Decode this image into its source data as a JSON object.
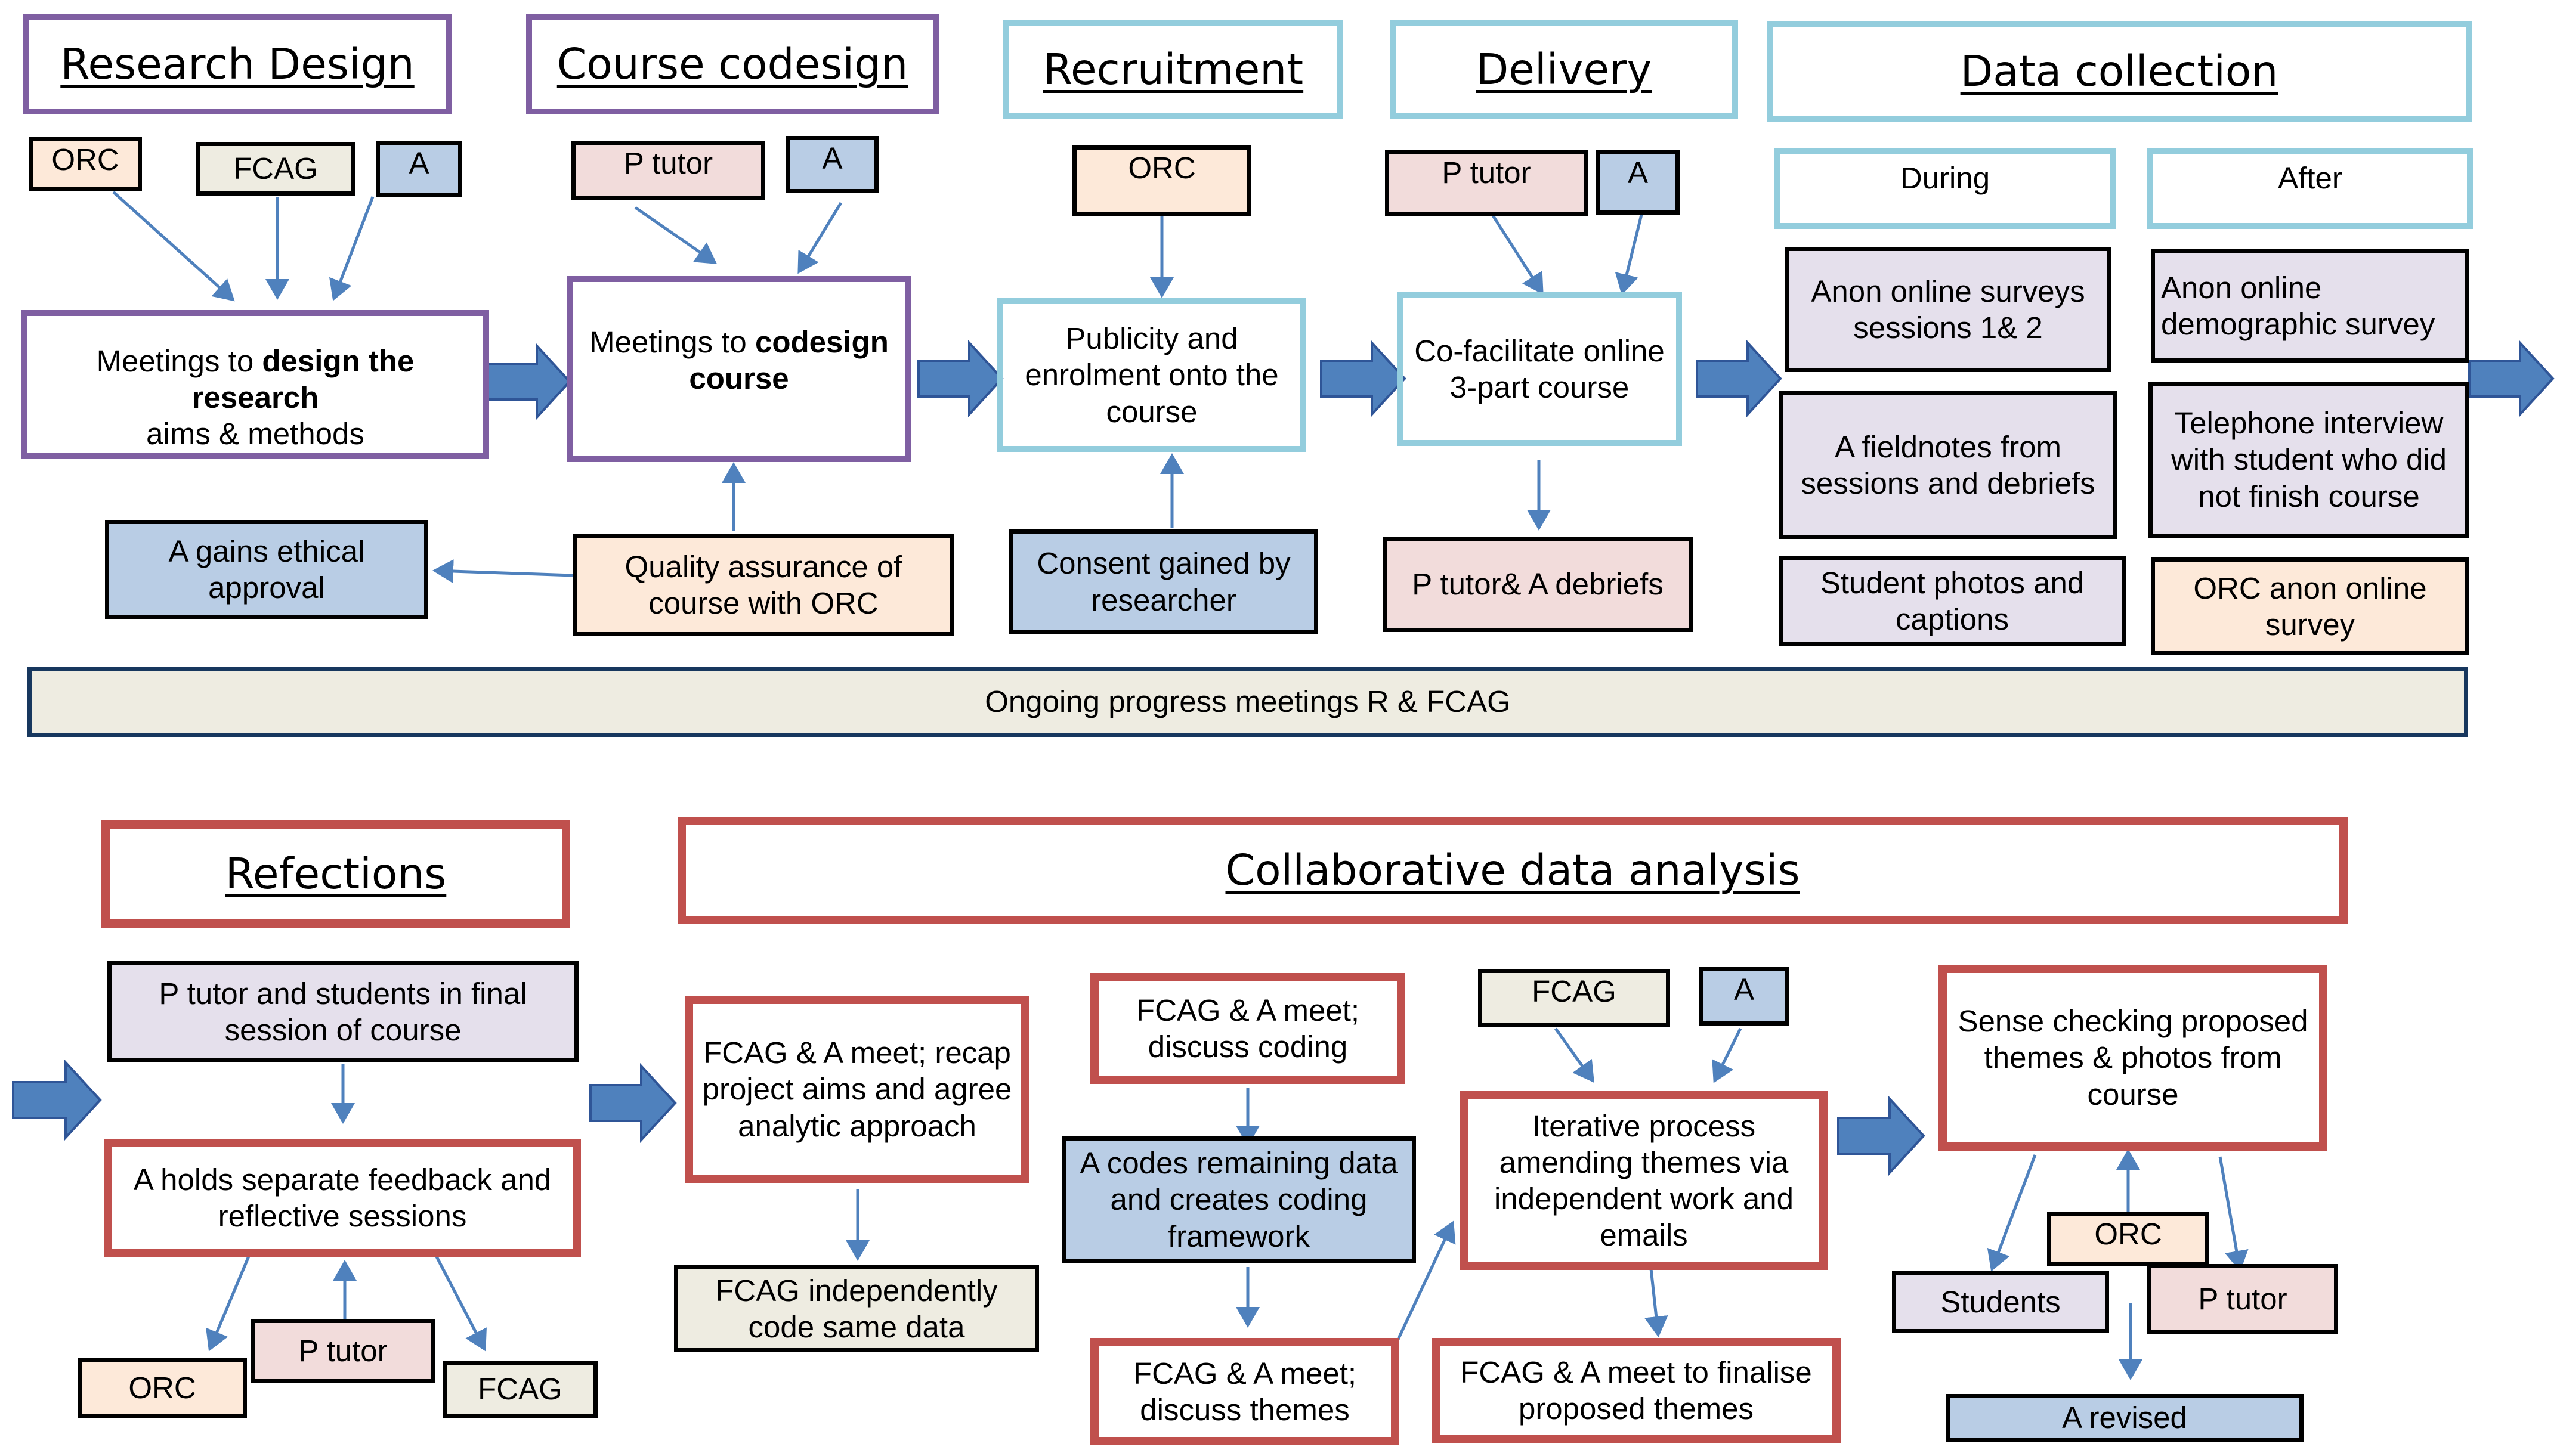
{
  "colors": {
    "purple": "#7f5fa2",
    "light_blue": "#93cddd",
    "red": "#c0504d",
    "peach": "#fde9d9",
    "cream": "#eeece1",
    "blue": "#b9cde5",
    "pink": "#f2dcdb",
    "lavender": "#e5e0ec",
    "arrow": "#4f81bd"
  },
  "headers": {
    "research_design": "Research Design",
    "course_codesign": "Course codesign",
    "recruitment": "Recruitment",
    "delivery": "Delivery",
    "data_collection": "Data collection",
    "refections": "Refections",
    "collaborative": "Collaborative data analysis"
  },
  "stage1": {
    "orc": "ORC",
    "fcag": "FCAG",
    "a": "A",
    "meet_pre": "Meetings to ",
    "meet_bold": "design the research",
    " meet_post": "",
    "meet_post": " aims & methods",
    "ethics": "A gains ethical approval"
  },
  "stage2": {
    "ptutor": "P tutor",
    "a": "A",
    "meet_pre": "Meetings to ",
    "meet_bold": "codesign course",
    "qa": "Quality assurance of course with ORC"
  },
  "stage3": {
    "orc": "ORC",
    "publicity": "Publicity and enrolment onto the course",
    "consent": "Consent gained by researcher"
  },
  "stage4": {
    "ptutor": "P tutor",
    "a": "A",
    "cofac": "Co-facilitate online 3-part course",
    "debriefs": "P tutor& A debriefs"
  },
  "stage5": {
    "during": "During",
    "after": "After",
    "surveys": "Anon online surveys sessions 1& 2",
    "fieldnotes": "A fieldnotes from sessions and debriefs",
    "photos": "Student photos and captions",
    "demographic": "Anon online demographic survey",
    "telephone": "Telephone interview with student who did not finish course",
    "orc_survey": "ORC anon online survey"
  },
  "ongoing": "Ongoing progress meetings R & FCAG",
  "reflections": {
    "final_session": "P tutor and students in final session of course",
    "feedback": "A holds separate feedback and reflective sessions",
    "orc": "ORC",
    "ptutor": "P tutor",
    "fcag": "FCAG"
  },
  "analysis": {
    "recap": "FCAG & A meet; recap project aims and agree analytic approach",
    "indep": "FCAG independently code same data",
    "discuss_coding": "FCAG & A meet; discuss coding",
    "codes_remaining": "A codes remaining data and creates coding framework",
    "discuss_themes": "FCAG & A meet; discuss themes",
    "fcag": "FCAG",
    "a": "A",
    "iterative": "Iterative process amending themes via independent work and emails",
    "finalise": "FCAG & A meet to finalise proposed themes",
    "sense": "Sense checking proposed themes & photos from course",
    "orc": "ORC",
    "students": "Students",
    "ptutor": "P tutor",
    "revised": "A revised"
  }
}
